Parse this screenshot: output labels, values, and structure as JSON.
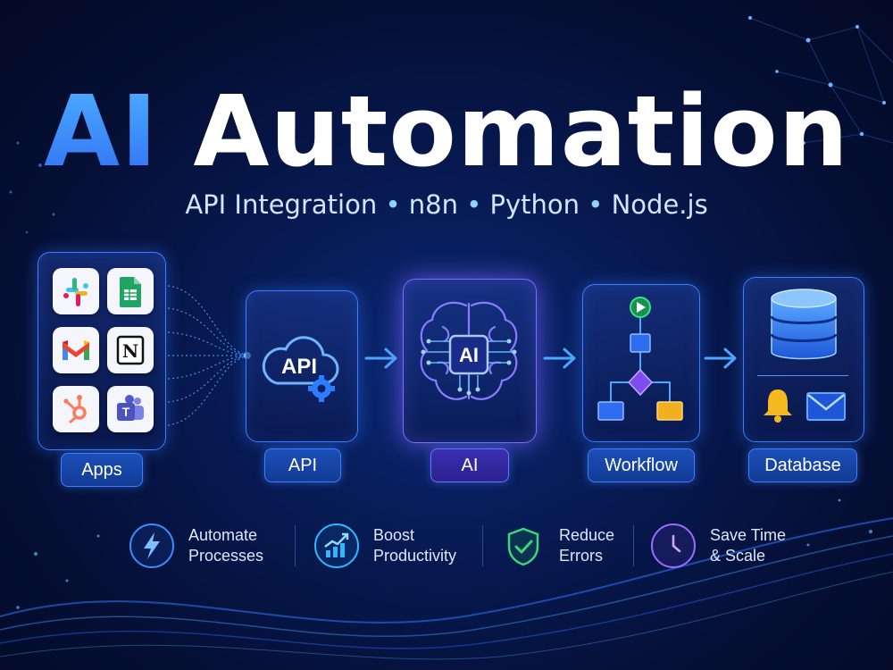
{
  "title": {
    "highlight": "AI",
    "rest": "Automation"
  },
  "subtitle": {
    "items": [
      "API Integration",
      "n8n",
      "Python",
      "Node.js"
    ],
    "separator": "•"
  },
  "pipeline": {
    "apps": {
      "label": "Apps",
      "tiles": [
        {
          "name": "slack-icon"
        },
        {
          "name": "google-sheets-icon"
        },
        {
          "name": "gmail-icon"
        },
        {
          "name": "notion-icon",
          "glyph": "N"
        },
        {
          "name": "hubspot-icon"
        },
        {
          "name": "teams-icon",
          "glyph": "T"
        }
      ]
    },
    "api": {
      "label": "API",
      "icon_text": "API"
    },
    "ai": {
      "label": "AI",
      "icon_text": "AI"
    },
    "workflow": {
      "label": "Workflow"
    },
    "database": {
      "label": "Database"
    }
  },
  "benefits": [
    {
      "line1": "Automate",
      "line2": "Processes",
      "icon": "lightning-icon",
      "color": "#3d8bff"
    },
    {
      "line1": "Boost",
      "line2": "Productivity",
      "icon": "chart-up-icon",
      "color": "#2fb8ff"
    },
    {
      "line1": "Reduce",
      "line2": "Errors",
      "icon": "shield-check-icon",
      "color": "#3ed67a"
    },
    {
      "line1": "Save Time",
      "line2": "& Scale",
      "icon": "clock-icon",
      "color": "#9b6bff"
    }
  ],
  "colors": {
    "accent_blue": "#3a7dff",
    "ai_purple": "#7c6bff",
    "title_gradient_top": "#4fb2ff",
    "title_gradient_bottom": "#2f6df5"
  }
}
